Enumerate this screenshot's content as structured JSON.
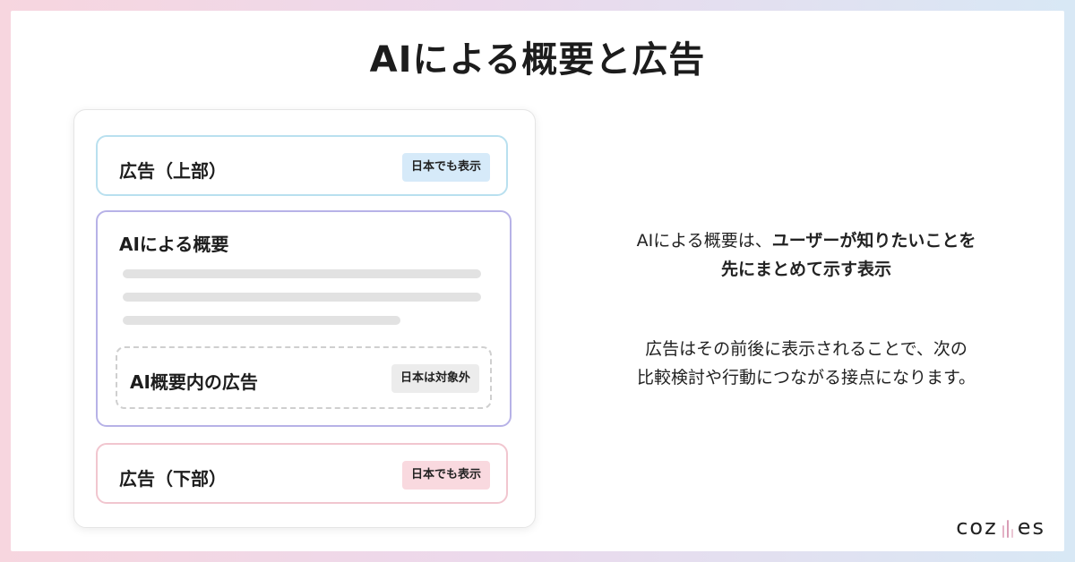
{
  "page": {
    "title": "AIによる概要と広告"
  },
  "mockup": {
    "ad_top": {
      "label": "広告（上部）",
      "badge": "日本でも表示"
    },
    "ai_overview": {
      "title": "AIによる概要",
      "inner_ad": {
        "label": "AI概要内の広告",
        "badge": "日本は対象外"
      }
    },
    "ad_bottom": {
      "label": "広告（下部）",
      "badge": "日本でも表示"
    }
  },
  "description": {
    "paragraph1": {
      "line1_normal": "AIによる概要は、",
      "line1_strong": "ユーザーが知りたいことを",
      "line2_strong": "先にまとめて示す表示"
    },
    "paragraph2": {
      "line1": "広告はその前後に表示されることで、次の",
      "line2": "比較検討や行動につながる接点になります。"
    }
  },
  "logo": {
    "text_left": "coz",
    "text_right": "es",
    "mark": "bar-mark-icon"
  },
  "colors": {
    "background_gradient_left": "#f7d6df",
    "background_gradient_mid": "#ecd9ec",
    "background_gradient_right": "#d8e8f5",
    "top_ad_border": "#b9e0ef",
    "ai_box_border": "#b7b2e7",
    "bottom_ad_border": "#f1c6cf",
    "badge_blue": "#d6eaf9",
    "badge_gray": "#ececec",
    "badge_pink": "#f9d9df"
  }
}
